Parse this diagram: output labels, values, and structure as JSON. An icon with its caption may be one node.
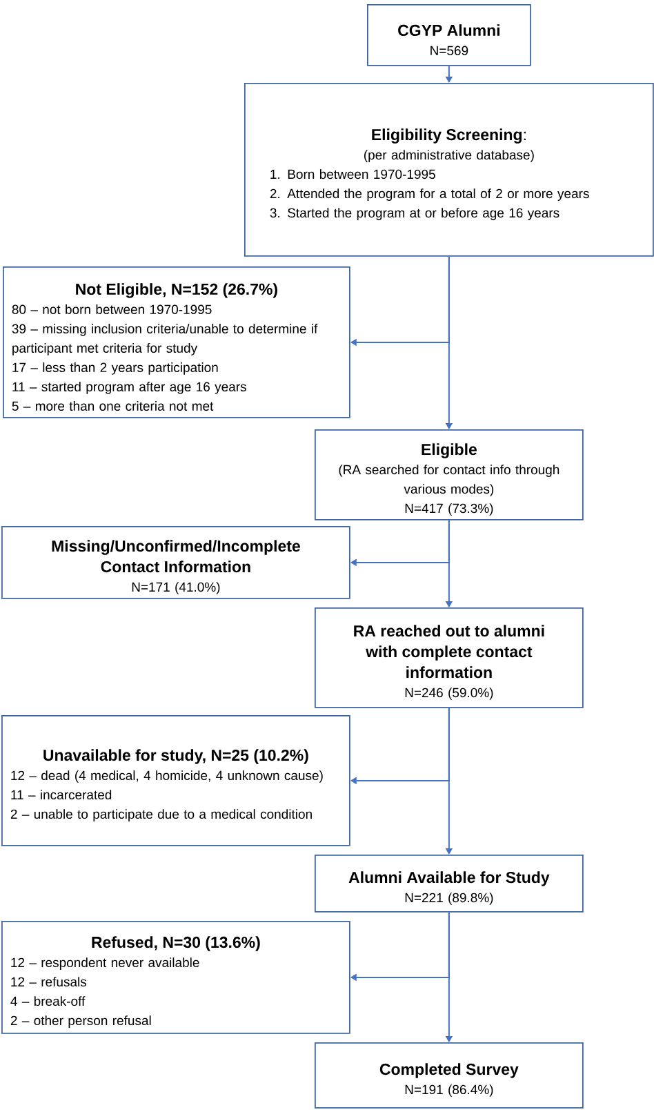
{
  "diagram": {
    "nodes": [
      {
        "text": [
          "CGYP Alumni",
          "N=569"
        ]
      },
      {
        "text": [
          "**Eligibility Screening**:",
          "(per administrative database)",
          "1. Born between 1970-1995",
          "2. Attended the program for a total of 2 or more years",
          "3. Started the program at or before age 16 years"
        ]
      },
      {
        "text": [
          "Not Eligible, N=152 (26.7%)",
          "80 – not born between 1970-1995",
          "39 – missing inclusion criteria/unable to determine if participant met criteria for study",
          "17 – less than 2 years participation",
          "11 – started program after age 16 years",
          "5 – more than one criteria not met"
        ]
      },
      {
        "text": [
          "Eligible",
          "(RA searched for contact info through various modes)",
          "N=417 (73.3%)"
        ]
      },
      {
        "text": [
          "Missing/Unconfirmed/Incomplete Contact Information",
          "N=171 (41.0%)"
        ]
      },
      {
        "text": [
          "RA reached out to alumni with complete contact information",
          "N=246 (59.0%)"
        ]
      },
      {
        "text": [
          "Unavailable for study, N=25 (10.2%)",
          "12 – dead (4 medical, 4 homicide, 4 unknown cause)",
          "11 – incarcerated",
          "2 – unable to participate due to a medical condition"
        ]
      },
      {
        "text": [
          "Alumni Available for Study",
          "N=221 (89.8%)"
        ]
      },
      {
        "text": [
          "Refused, N=30 (13.6%)",
          "12 – respondent never available",
          "12 – refusals",
          "4 – break-off",
          "2 – other person refusal"
        ]
      },
      {
        "text": [
          "Completed Survey",
          "N=191 (86.4%)"
        ]
      }
    ],
    "edges": [
      {
        "from": 0,
        "to": 1,
        "arrow": "to"
      },
      {
        "from": 1,
        "to": 2,
        "arrow": "to"
      },
      {
        "from": 1,
        "to": 3,
        "arrow": "to"
      },
      {
        "from": 3,
        "to": 4,
        "arrow": "to"
      },
      {
        "from": 3,
        "to": 5,
        "arrow": "to"
      },
      {
        "from": 5,
        "to": 6,
        "arrow": "to"
      },
      {
        "from": 5,
        "to": 7,
        "arrow": "to"
      },
      {
        "from": 7,
        "to": 8,
        "arrow": "to"
      },
      {
        "from": 7,
        "to": 9,
        "arrow": "to"
      }
    ]
  }
}
